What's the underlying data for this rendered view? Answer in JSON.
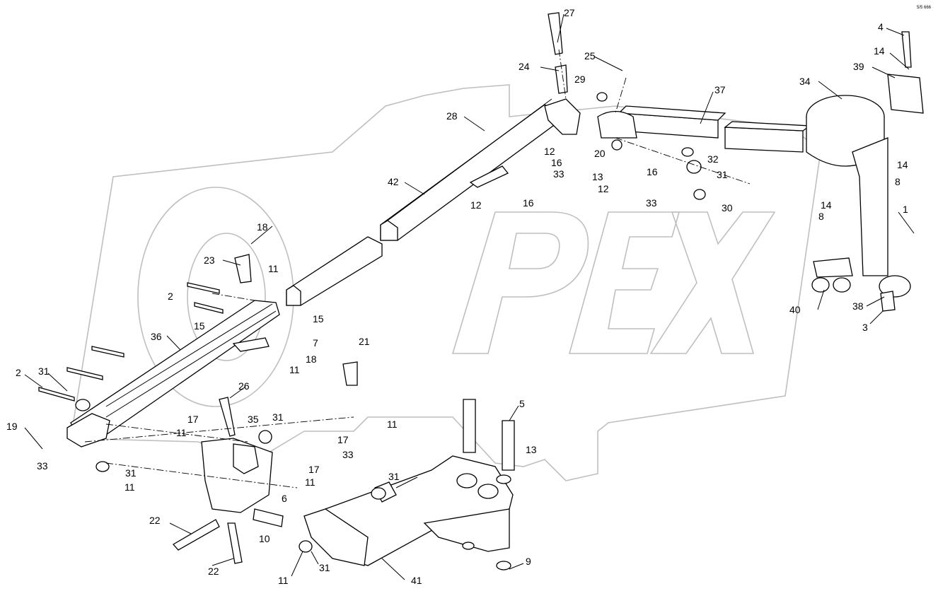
{
  "watermark": {
    "text": "OPEX"
  },
  "corner_mark": "5/5 666",
  "labels": [
    "27",
    "4",
    "24",
    "25",
    "14",
    "39",
    "29",
    "34",
    "37",
    "28",
    "12",
    "16",
    "20",
    "33",
    "13",
    "32",
    "31",
    "42",
    "12",
    "16",
    "12",
    "16",
    "8",
    "14",
    "33",
    "30",
    "14",
    "8",
    "1",
    "18",
    "23",
    "11",
    "2",
    "15",
    "15",
    "7",
    "36",
    "18",
    "11",
    "21",
    "40",
    "38",
    "3",
    "2",
    "31",
    "26",
    "5",
    "13",
    "35",
    "31",
    "19",
    "17",
    "11",
    "17",
    "11",
    "33",
    "33",
    "11",
    "17",
    "31",
    "31",
    "11",
    "6",
    "22",
    "10",
    "22",
    "11",
    "31",
    "41",
    "9"
  ]
}
